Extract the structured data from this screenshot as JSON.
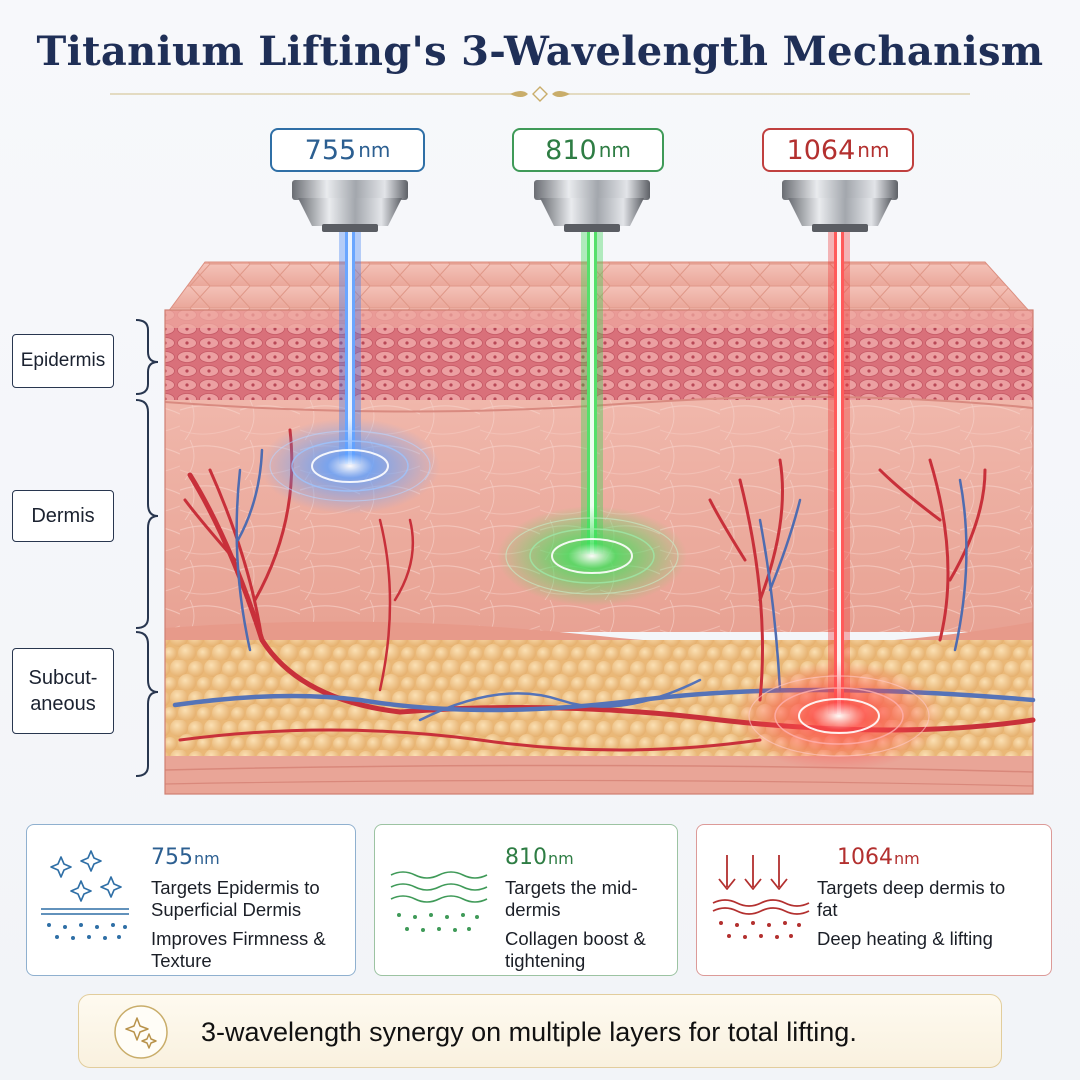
{
  "title": "Titanium Lifting's 3-Wavelength Mechanism",
  "wavelengths": [
    {
      "value": "755",
      "unit": "nm",
      "color": "#2f6fa6",
      "beam_color": "#3a7cf0",
      "target_layer": "Epidermis to Superficial Dermis"
    },
    {
      "value": "810",
      "unit": "nm",
      "color": "#3f9a58",
      "beam_color": "#2fd04a",
      "target_layer": "Mid-dermis"
    },
    {
      "value": "1064",
      "unit": "nm",
      "color": "#c0403f",
      "beam_color": "#ee3434",
      "target_layer": "Deep dermis to fat"
    }
  ],
  "layers": {
    "epidermis": "Epidermis",
    "dermis": "Dermis",
    "subcutaneous_line1": "Subcut-",
    "subcutaneous_line2": "aneous"
  },
  "cards": [
    {
      "wavelength": "755",
      "unit": "nm",
      "line1": "Targets Epidermis to",
      "line2": "Superficial Dermis",
      "line3": "Improves Firmness &",
      "line4": "Texture",
      "icon": "sparkle-icon"
    },
    {
      "wavelength": "810",
      "unit": "nm",
      "line1": "Targets the mid-",
      "line2": "dermis",
      "line3": "Collagen boost &",
      "line4": "tightening",
      "icon": "wave-icon"
    },
    {
      "wavelength": "1064",
      "unit": "nm",
      "line1": "Targets deep dermis to",
      "line2": "fat",
      "line3": "Deep heating & lifting",
      "icon": "down-arrows-icon"
    }
  ],
  "footer": {
    "text": "3-wavelength synergy on multiple layers for total lifting.",
    "icon": "sparkle-icon"
  }
}
